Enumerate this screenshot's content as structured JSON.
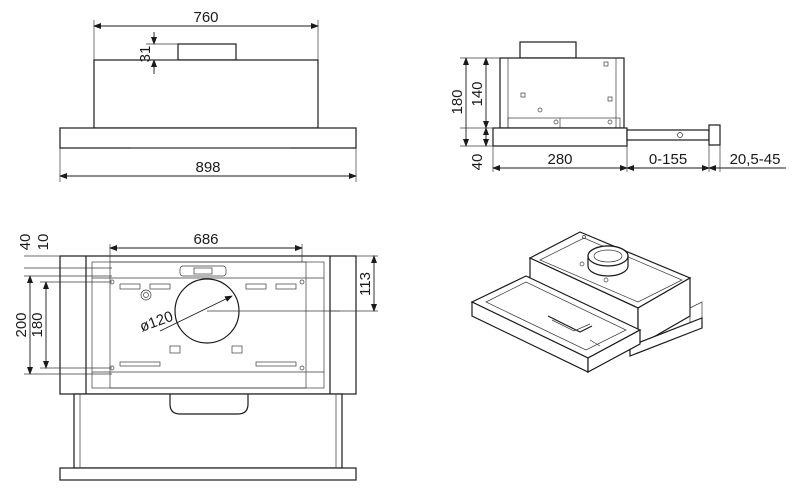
{
  "views": {
    "front": {
      "dims": {
        "width_top": "760",
        "height_collar": "31",
        "width_bottom": "898"
      }
    },
    "side": {
      "dims": {
        "height_total": "180",
        "height_body": "140",
        "height_base": "40",
        "depth": "280",
        "extension": "0-155",
        "handle": "20,5-45"
      }
    },
    "plan": {
      "dims": {
        "left_a": "40",
        "left_b": "10",
        "width": "686",
        "height_right": "113",
        "height_a": "200",
        "height_b": "180",
        "diameter": "ø120"
      }
    },
    "iso": {}
  }
}
